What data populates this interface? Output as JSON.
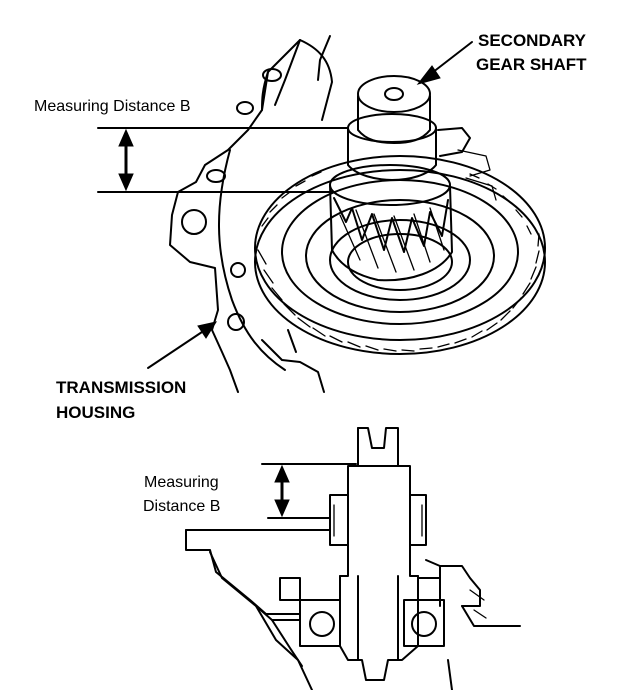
{
  "labels": {
    "secondary_gear_shaft_line1": "SECONDARY",
    "secondary_gear_shaft_line2": "GEAR SHAFT",
    "measuring_distance_top": "Measuring Distance B",
    "transmission_housing_line1": "TRANSMISSION",
    "transmission_housing_line2": "HOUSING",
    "measuring_distance_bottom_line1": "Measuring",
    "measuring_distance_bottom_line2": "Distance B"
  },
  "colors": {
    "ink": "#000000",
    "paper": "#ffffff"
  }
}
